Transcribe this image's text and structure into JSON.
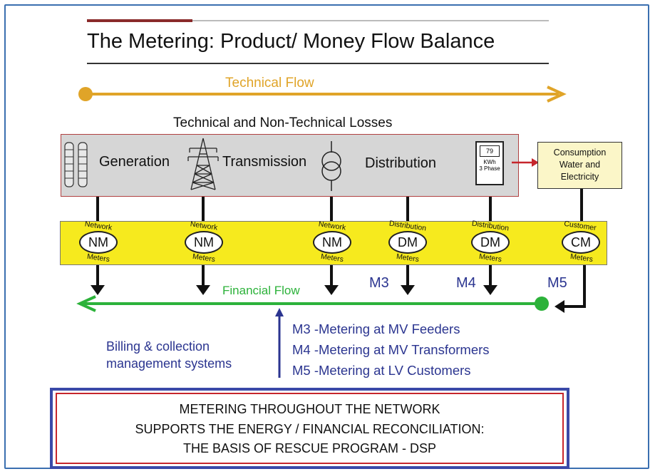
{
  "title": "The Metering: Product/ Money Flow Balance",
  "technical_flow": "Technical Flow",
  "losses_label": "Technical and Non-Technical Losses",
  "stages": {
    "generation": "Generation",
    "transmission": "Transmission",
    "distribution": "Distribution"
  },
  "kwh_meter": {
    "value": "79",
    "unit": "KWh",
    "phase": "3 Phase"
  },
  "consumption": [
    "Consumption",
    "Water and",
    "Electricity"
  ],
  "meters": [
    {
      "top": "Network",
      "code": "NM",
      "bottom": "Meters"
    },
    {
      "top": "Network",
      "code": "NM",
      "bottom": "Meters"
    },
    {
      "top": "Network",
      "code": "NM",
      "bottom": "Meters"
    },
    {
      "top": "Distribution",
      "code": "DM",
      "bottom": "Meters"
    },
    {
      "top": "Distribution",
      "code": "DM",
      "bottom": "Meters"
    },
    {
      "top": "Customer",
      "code": "CM",
      "bottom": "Meters"
    }
  ],
  "m_labels": {
    "m3": "M3",
    "m4": "M4",
    "m5": "M5"
  },
  "financial_flow": "Financial Flow",
  "billing": [
    "Billing & collection",
    "management systems"
  ],
  "metering_points": [
    "M3 -Metering at MV Feeders",
    "M4 -Metering at MV Transformers",
    "M5 -Metering at LV Customers"
  ],
  "summary": [
    "METERING THROUGHOUT THE NETWORK",
    "SUPPORTS THE ENERGY / FINANCIAL RECONCILIATION:",
    "THE BASIS OF RESCUE PROGRAM - DSP"
  ],
  "colors": {
    "technical_flow": "#e0a428",
    "financial_flow": "#2cb23a",
    "meter_band": "#f6ea1e",
    "process_box": "#d6d6d6",
    "blue_text": "#2b3590",
    "summary_outer": "#3a49a8",
    "summary_inner": "#c6262c"
  }
}
